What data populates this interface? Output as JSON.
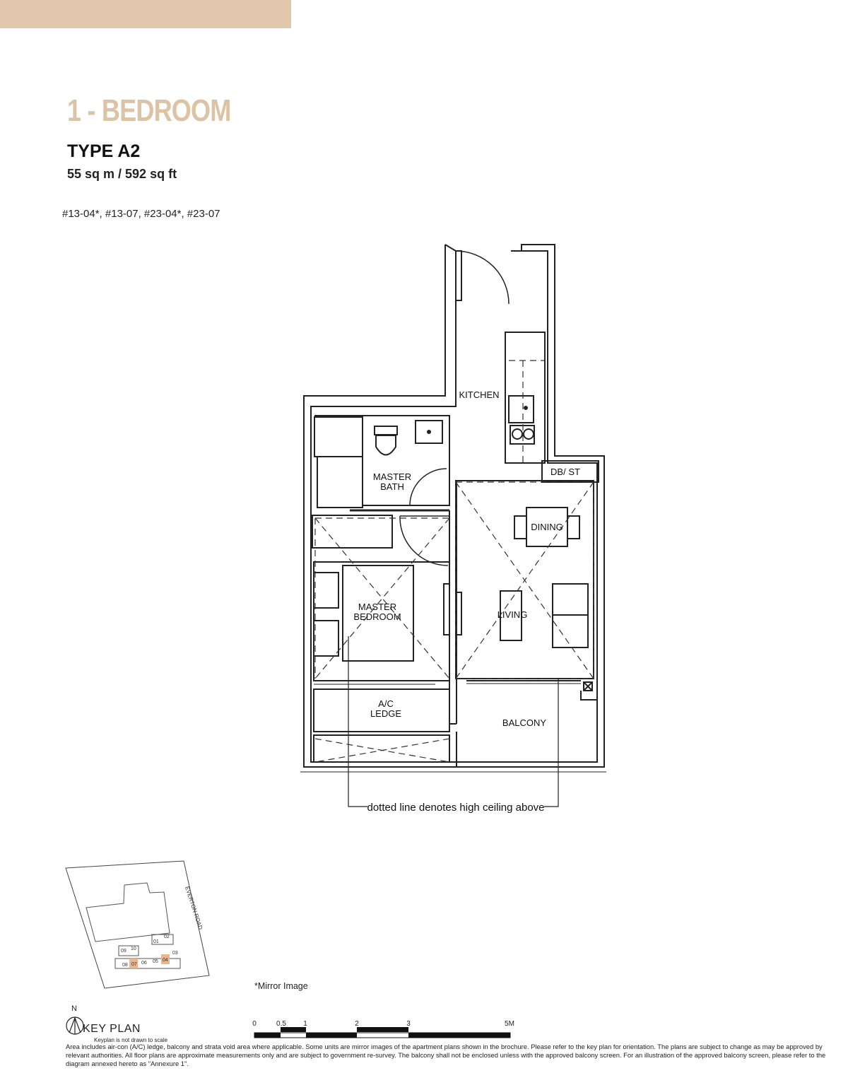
{
  "header": {
    "category": "1 - BEDROOM",
    "type": "TYPE A2",
    "area": "55 sq m / 592 sq ft",
    "units": "#13-04*, #13-07, #23-04*, #23-07"
  },
  "plan": {
    "rooms": {
      "kitchen": "KITCHEN",
      "master_bath_1": "MASTER",
      "master_bath_2": "BATH",
      "db_st": "DB/ ST",
      "dining": "DINING",
      "living": "LIVING",
      "master_bedroom_1": "MASTER",
      "master_bedroom_2": "BEDROOM",
      "ac_ledge_1": "A/C",
      "ac_ledge_2": "LEDGE",
      "balcony": "BALCONY"
    },
    "callout": "dotted line denotes high ceiling above"
  },
  "keyplan": {
    "north": "N",
    "title": "KEY PLAN",
    "note": "Keyplan is not drawn to scale",
    "road": "EVERTON ROAD",
    "unit_numbers": [
      "09",
      "10",
      "01",
      "02",
      "08",
      "07",
      "06",
      "05",
      "04",
      "03"
    ],
    "highlight_color": "#e8b58f"
  },
  "mirror_note": "*Mirror Image",
  "scale": {
    "labels": [
      "0",
      "0.5",
      "1",
      "2",
      "3",
      "5M"
    ]
  },
  "footnote": "Area includes air-con (A/C) ledge, balcony and strata void area where applicable. Some units are mirror images of the apartment plans shown in the brochure. Please refer to the key plan for orientation. The plans are subject to change as may be approved by relevant authorities. All floor plans are approximate measurements only and are subject to government re-survey. The balcony shall not be enclosed unless with the approved balcony screen. For an illustration of the approved balcony screen, please refer to the diagram annexed hereto as \"Annexure 1\".",
  "colors": {
    "accent": "#e2c9ad",
    "heading": "#dcc3a6"
  }
}
